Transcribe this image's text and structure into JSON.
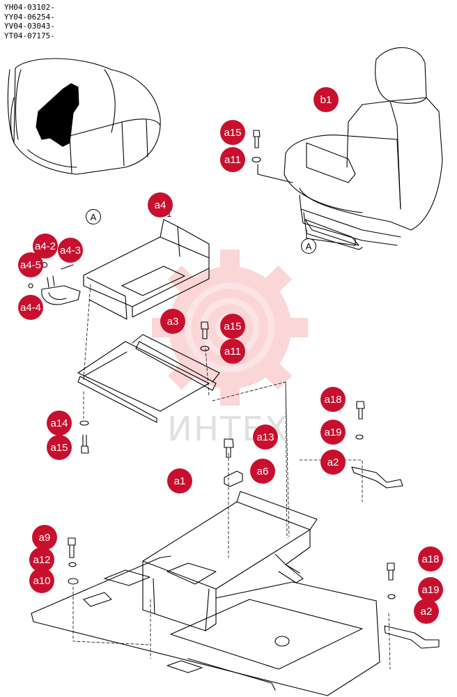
{
  "serial_numbers": [
    "YH04-03102-",
    "YY04-06254-",
    "YV04-03043-",
    "YT04-07175-"
  ],
  "watermark": {
    "text": "ИНТЕХ",
    "color": "#e5252a"
  },
  "references": {
    "top": "A",
    "bottom": "A"
  },
  "sub_label": "a4-1",
  "callout_color": "#c8102e",
  "callouts": {
    "b1": "b1",
    "a15_seat": "a15",
    "a11_seat": "a11",
    "a4": "a4",
    "a4_2": "a4-2",
    "a4_3": "a4-3",
    "a4_5": "a4-5",
    "a4_4": "a4-4",
    "a3": "a3",
    "a15_rail": "a15",
    "a11_rail": "a11",
    "a14": "a14",
    "a15_left": "a15",
    "a18_top": "a18",
    "a19_top": "a19",
    "a2_top": "a2",
    "a13": "a13",
    "a6": "a6",
    "a1": "a1",
    "a9": "a9",
    "a12": "a12",
    "a10": "a10",
    "a18_bottom": "a18",
    "a19_bottom": "a19",
    "a2_bottom": "a2"
  }
}
